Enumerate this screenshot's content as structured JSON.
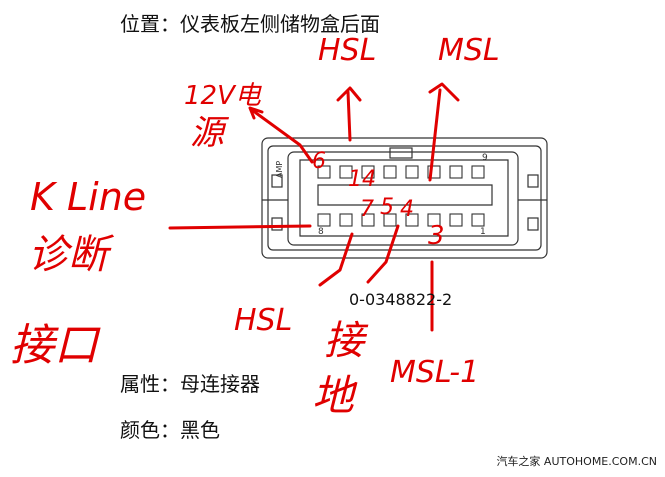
{
  "location_text": "位置：仪表板左侧储物盒后面",
  "attribute_text": "属性：母连接器",
  "color_text": "黑色",
  "color_label": "颜色：",
  "part_number": "0-0348822-2",
  "connector": {
    "brand_mark": "AMP",
    "pin_top_right": "9",
    "pin_bottom_left": "8",
    "pin_bottom_right": "1"
  },
  "handwritten": {
    "hsl": "HSL",
    "msl": "MSL",
    "power_line1": "12V电",
    "power_line2": "源",
    "pin6": "6",
    "pin14": "14",
    "kline_line1": "K Line",
    "kline_line2": "诊断",
    "kline_line3": "接口",
    "pin7": "7",
    "pin5": "5",
    "pin4": "4",
    "pin3": "3",
    "hsl_low": "HSL",
    "ground_line1": "接",
    "ground_line2": "地",
    "msl_low": "MSL-1"
  },
  "watermark": "汽车之家 AUTOHOME.COM.CN",
  "colors": {
    "ink": "#e00000",
    "outline": "#333333",
    "text": "#111111"
  }
}
